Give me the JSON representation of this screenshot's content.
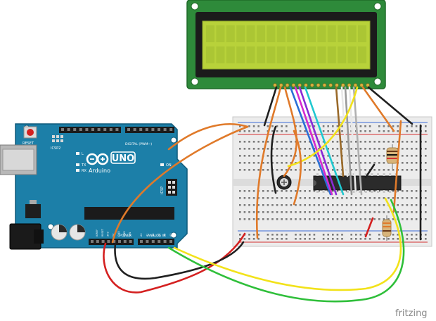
{
  "arduino": {
    "brand": "Arduino",
    "model": "UNO",
    "reset_label": "RESET",
    "icsp2_label": "ICSP2",
    "icsp_label": "ICSP",
    "digital_label": "DIGITAL (PWM~)",
    "aref_label": "AREF",
    "gnd_label": "GND",
    "power_label": "POWER",
    "analog_label": "ANALOG IN",
    "led_l": "L",
    "led_tx": "TX",
    "led_rx": "RX",
    "led_on": "ON",
    "power_pins": [
      "IOREF",
      "RESET",
      "3V3",
      "5V",
      "GND",
      "GND",
      "VIN"
    ],
    "analog_pins": [
      "A0",
      "A1",
      "A2",
      "A3",
      "A4",
      "A5"
    ]
  },
  "watermark": "fritzing",
  "colors": {
    "wire_orange": "#e07a2a",
    "wire_red": "#d42020",
    "wire_black": "#202020",
    "wire_green": "#2fbf3a",
    "wire_yellow": "#f2e21a",
    "wire_blue": "#2a6fd6",
    "wire_magenta": "#d42ad0",
    "wire_purple": "#8a2ad6",
    "wire_cyan": "#20c8d0",
    "wire_white": "#e8e8e8",
    "wire_gray": "#9a9a9a",
    "wire_brown": "#9a6a2a",
    "arduino_board": "#1c7fa8",
    "lcd_board": "#2e8a3a",
    "lcd_screen": "#b8d23a",
    "breadboard": "#ececec"
  }
}
